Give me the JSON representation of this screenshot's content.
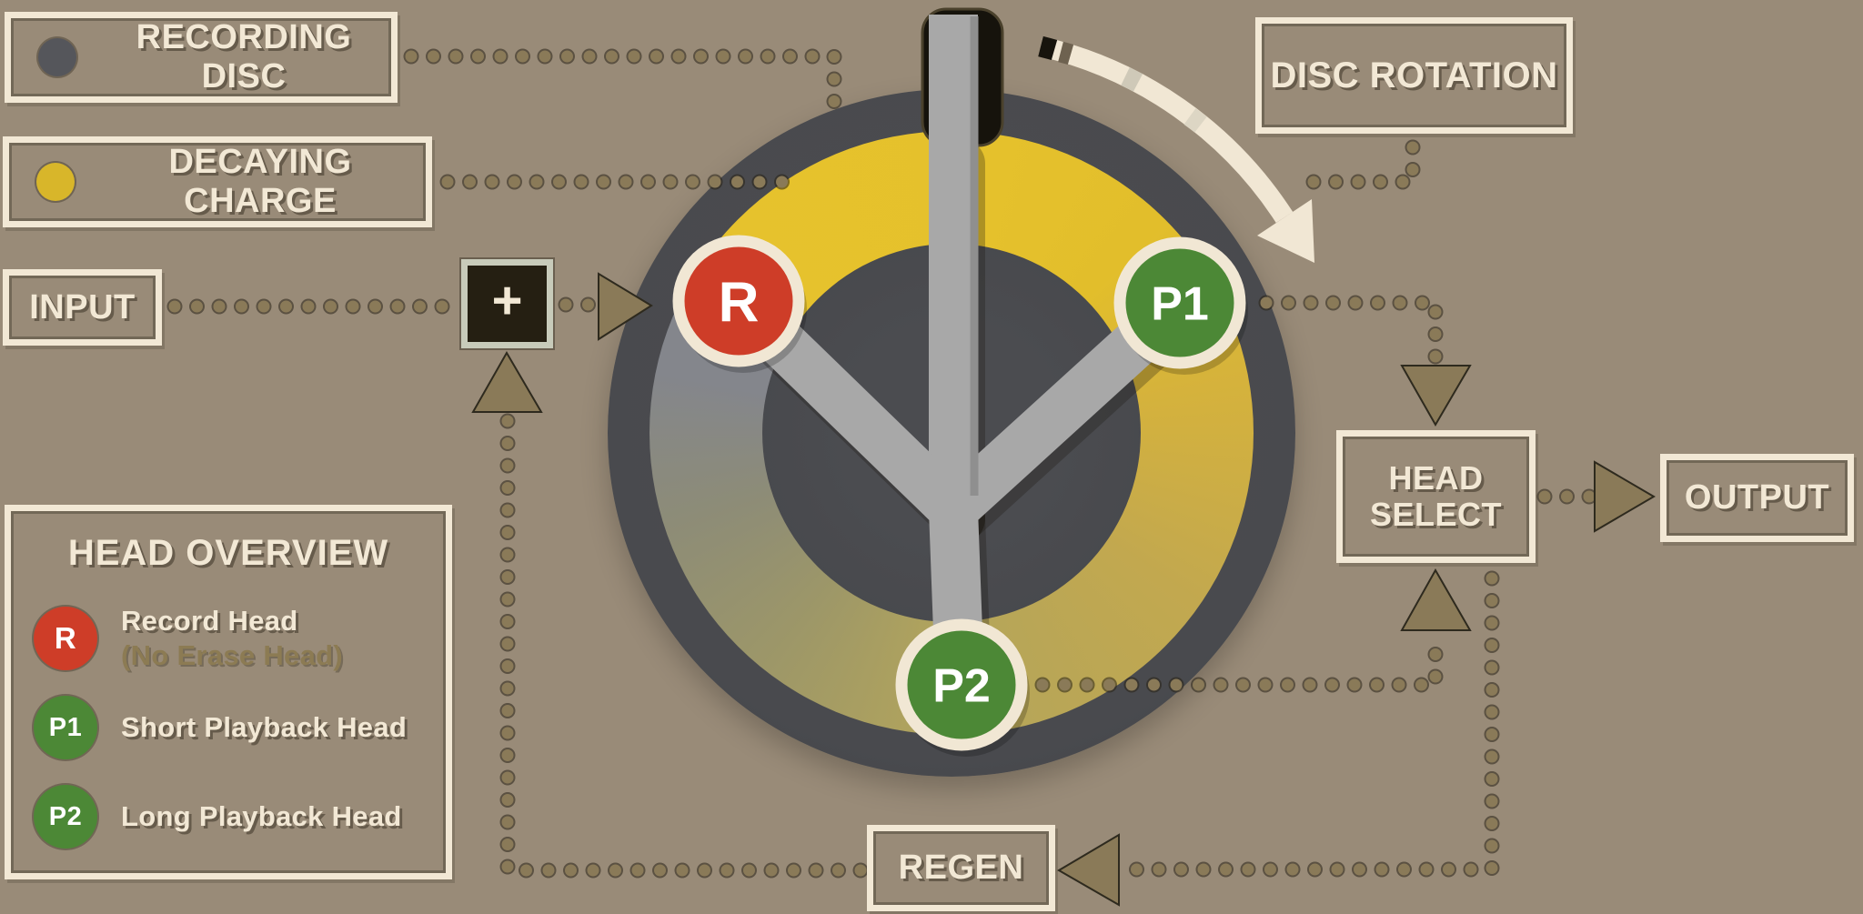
{
  "colors": {
    "background": "#998B78",
    "disc": "#494A4E",
    "charge_bright": "#E5C12C",
    "charge_faded": "#84868C",
    "record_head": "#CE3D28",
    "playback_head": "#4C8836",
    "connector_arrow": "#8A7A58",
    "label_text": "#F2E8D5",
    "rotation_arrow": "#F1E7D4"
  },
  "labels": {
    "recording_disc": "RECORDING DISC",
    "decaying_charge": "DECAYING CHARGE",
    "input": "INPUT",
    "disc_rotation": "DISC ROTATION",
    "head_select": "HEAD SELECT",
    "output": "OUTPUT",
    "regen": "REGEN",
    "sum": "+"
  },
  "heads": {
    "record": {
      "label": "R",
      "color": "#CE3D28"
    },
    "p1": {
      "label": "P1",
      "color": "#4C8836"
    },
    "p2": {
      "label": "P2",
      "color": "#4C8836"
    }
  },
  "legend": {
    "title": "HEAD OVERVIEW",
    "items": [
      {
        "badge": "R",
        "color": "#CE3D28",
        "line1": "Record Head",
        "line2": "(No Erase Head)"
      },
      {
        "badge": "P1",
        "color": "#4C8836",
        "line1": "Short Playback Head",
        "line2": ""
      },
      {
        "badge": "P2",
        "color": "#4C8836",
        "line1": "Long Playback Head",
        "line2": ""
      }
    ]
  }
}
